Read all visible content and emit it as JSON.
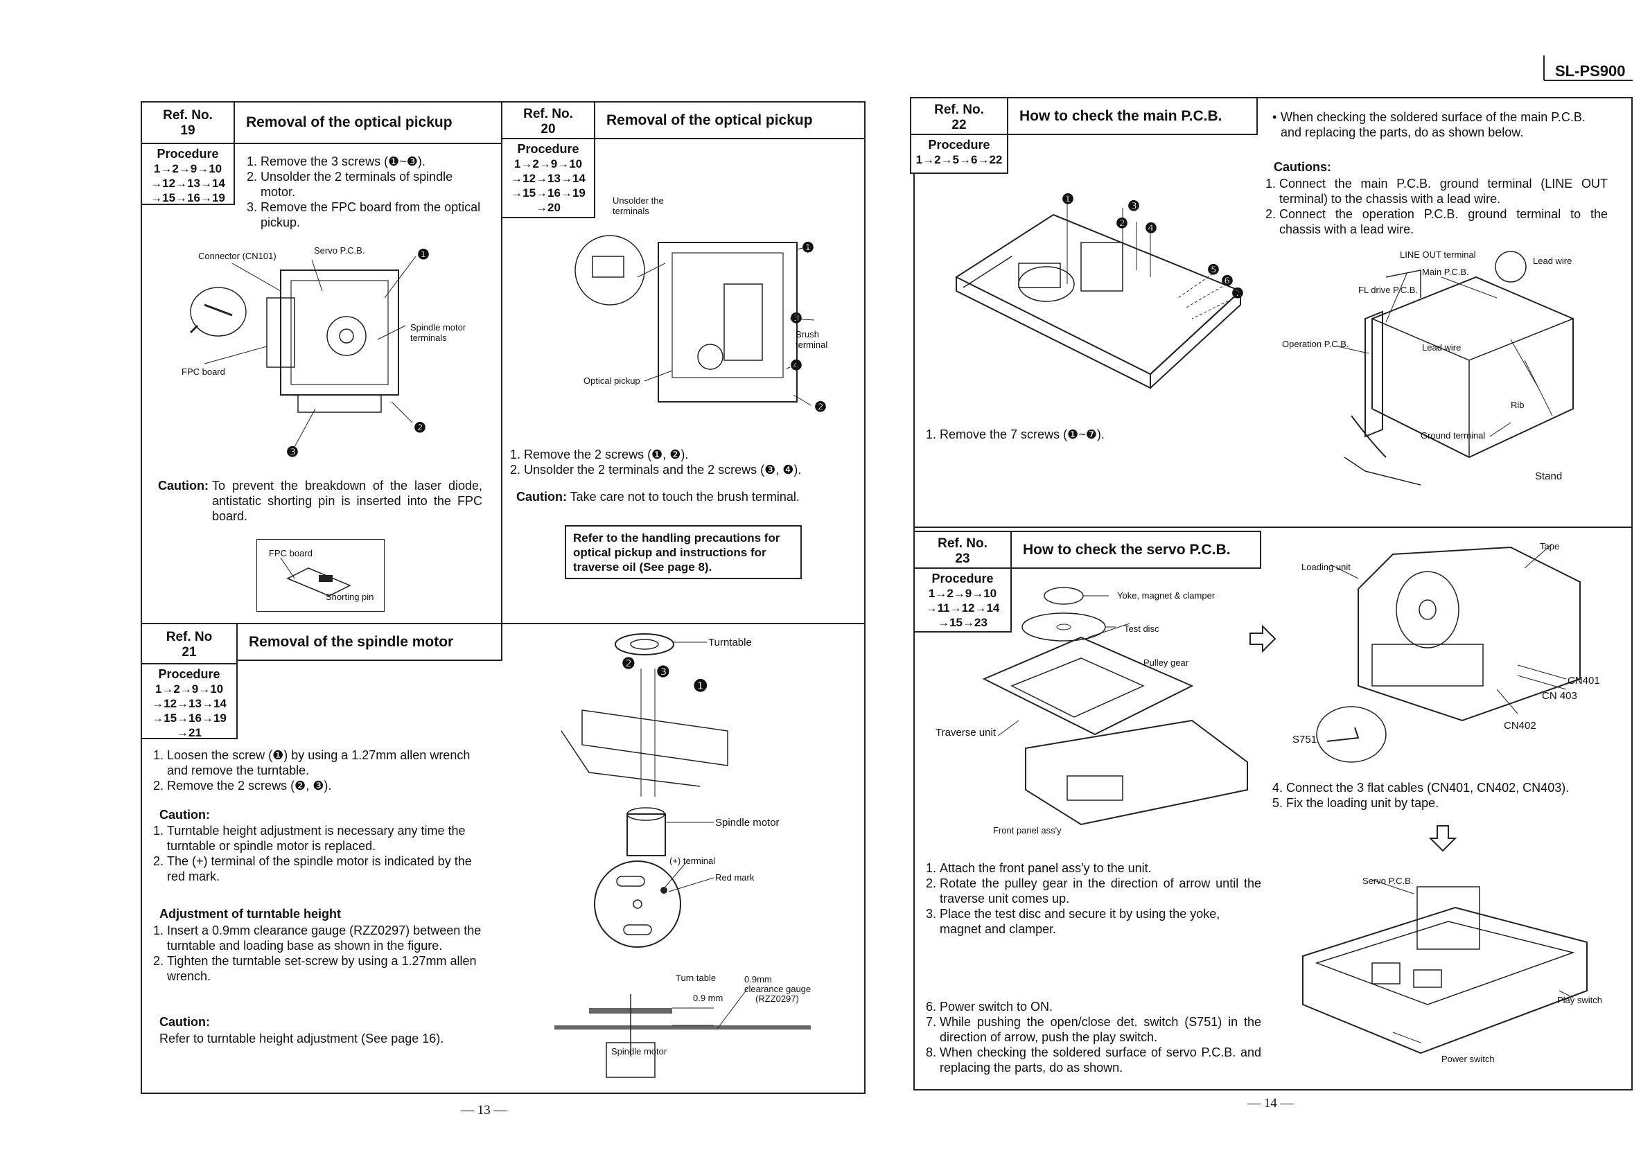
{
  "model": "SL-PS900",
  "page_left": "— 13 —",
  "page_right": "— 14 —",
  "s19": {
    "ref_label": "Ref. No.",
    "ref_no": "19",
    "title": "Removal of the optical pickup",
    "proc_label": "Procedure",
    "proc_lines": [
      "1→2→9→10",
      "→12→13→14",
      "→15→16→19"
    ],
    "steps": [
      "Remove the 3 screws (❶~❸).",
      "Unsolder the 2 terminals of spindle motor.",
      "Remove the FPC board from the optical pickup."
    ],
    "labels": {
      "connector": "Connector (CN101)",
      "servo": "Servo P.C.B.",
      "spindle": "Spindle motor",
      "terminals": "terminals",
      "fpc": "FPC board",
      "m1": "❶",
      "m2": "❷",
      "m3": "❸"
    },
    "caution_label": "Caution:",
    "caution_text": "To prevent the breakdown of the laser diode, antistatic shorting pin is inserted into the FPC board.",
    "inset": {
      "fpc": "FPC board",
      "shorting": "Shorting pin"
    }
  },
  "s20": {
    "ref_label": "Ref. No.",
    "ref_no": "20",
    "title": "Removal of the optical pickup",
    "proc_label": "Procedure",
    "proc_lines": [
      "1→2→9→10",
      "→12→13→14",
      "→15→16→19",
      "→20"
    ],
    "labels": {
      "unsolder": "Unsolder the",
      "terminals": "terminals",
      "brush": "Brush",
      "terminal": "terminal",
      "optical": "Optical pickup",
      "m1": "❶",
      "m2": "❷",
      "m3": "❸",
      "m4": "❹"
    },
    "steps": [
      "Remove the 2 screws (❶, ❷).",
      "Unsolder the 2 terminals and the 2 screws (❸, ❹)."
    ],
    "caution_label": "Caution:",
    "caution_text": "Take care not to touch the brush terminal.",
    "note": "Refer to the handling precautions for optical pickup and instructions for traverse oil (See page 8)."
  },
  "s21": {
    "ref_label": "Ref. No",
    "ref_no": "21",
    "title": "Removal of the spindle motor",
    "proc_label": "Procedure",
    "proc_lines": [
      "1→2→9→10",
      "→12→13→14",
      "→15→16→19",
      "→21"
    ],
    "steps": [
      "Loosen the screw (❶) by using a 1.27mm allen wrench and remove the turntable.",
      "Remove the 2 screws (❷, ❸)."
    ],
    "caution_label": "Caution:",
    "caution_items": [
      "Turntable height adjustment is necessary any time the turntable or spindle motor is replaced.",
      "The (+) terminal of the spindle motor is indicated by the red mark."
    ],
    "adj_title": "Adjustment of turntable height",
    "adj_items": [
      "Insert a 0.9mm clearance gauge (RZZ0297) between the turntable and loading base as shown in the figure.",
      "Tighten the turntable set-screw by using a 1.27mm allen wrench."
    ],
    "caution2_label": "Caution:",
    "caution2_text": "Refer to turntable height adjustment (See page 16).",
    "labels": {
      "turntable": "Turntable",
      "spindle": "Spindle motor",
      "plus": "(+) terminal",
      "red": "Red mark",
      "turn_table": "Turn table",
      "gap": "0.9 mm",
      "gauge1": "0.9mm",
      "gauge2": "clearance gauge",
      "gauge3": "(RZZ0297)",
      "spindle2": "Spindle motor",
      "m1": "❶",
      "m2": "❷",
      "m3": "❸"
    }
  },
  "s22": {
    "ref_label": "Ref. No.",
    "ref_no": "22",
    "title": "How to check the main P.C.B.",
    "proc_label": "Procedure",
    "proc_lines": [
      "1→2→5→6→22"
    ],
    "step": "Remove the 7 screws (❶~❼).",
    "intro": "When checking the soldered surface of the main P.C.B. and replacing the parts, do as shown below.",
    "cautions_label": "Cautions:",
    "cautions": [
      "Connect the main P.C.B. ground terminal (LINE OUT terminal) to the chassis with a lead wire.",
      "Connect the operation P.C.B. ground terminal to the chassis with a lead wire."
    ],
    "labels": {
      "lineout": "LINE OUT terminal",
      "mainpcb": "Main P.C.B.",
      "leadwire": "Lead wire",
      "fl": "FL drive P.C.B.",
      "operation": "Operation P.C.B.",
      "leadwire2": "Lead wire",
      "rib": "Rib",
      "ground": "Ground terminal",
      "stand": "Stand",
      "m1": "❶",
      "m2": "❷",
      "m3": "❸",
      "m4": "❹",
      "m5": "❺",
      "m6": "❻",
      "m7": "❼"
    }
  },
  "s23": {
    "ref_label": "Ref. No.",
    "ref_no": "23",
    "title": "How to check the servo P.C.B.",
    "proc_label": "Procedure",
    "proc_lines": [
      "1→2→9→10",
      "→11→12→14",
      "→15→23"
    ],
    "steps_a": [
      "Attach the front panel ass'y to the unit.",
      "Rotate the pulley gear in the direction of arrow until the traverse unit comes up.",
      "Place the test disc and secure it by using the yoke, magnet and clamper."
    ],
    "steps_b": [
      "Connect the 3 flat cables (CN401, CN402, CN403).",
      "Fix the loading unit by tape."
    ],
    "steps_c": [
      "Power switch to ON.",
      "While pushing the open/close det. switch (S751) in the direction of arrow, push the play switch.",
      "When checking the soldered surface of servo P.C.B. and replacing the parts, do as shown."
    ],
    "labels": {
      "yoke": "Yoke, magnet & clamper",
      "testdisc": "Test disc",
      "pulley": "Pulley gear",
      "traverse": "Traverse unit",
      "front": "Front panel ass'y",
      "loading": "Loading unit",
      "tape": "Tape",
      "cn401": "CN401",
      "cn403": "CN 403",
      "cn402": "CN402",
      "s751": "S751",
      "servo": "Servo P.C.B.",
      "play": "Play switch",
      "power": "Power switch"
    }
  }
}
